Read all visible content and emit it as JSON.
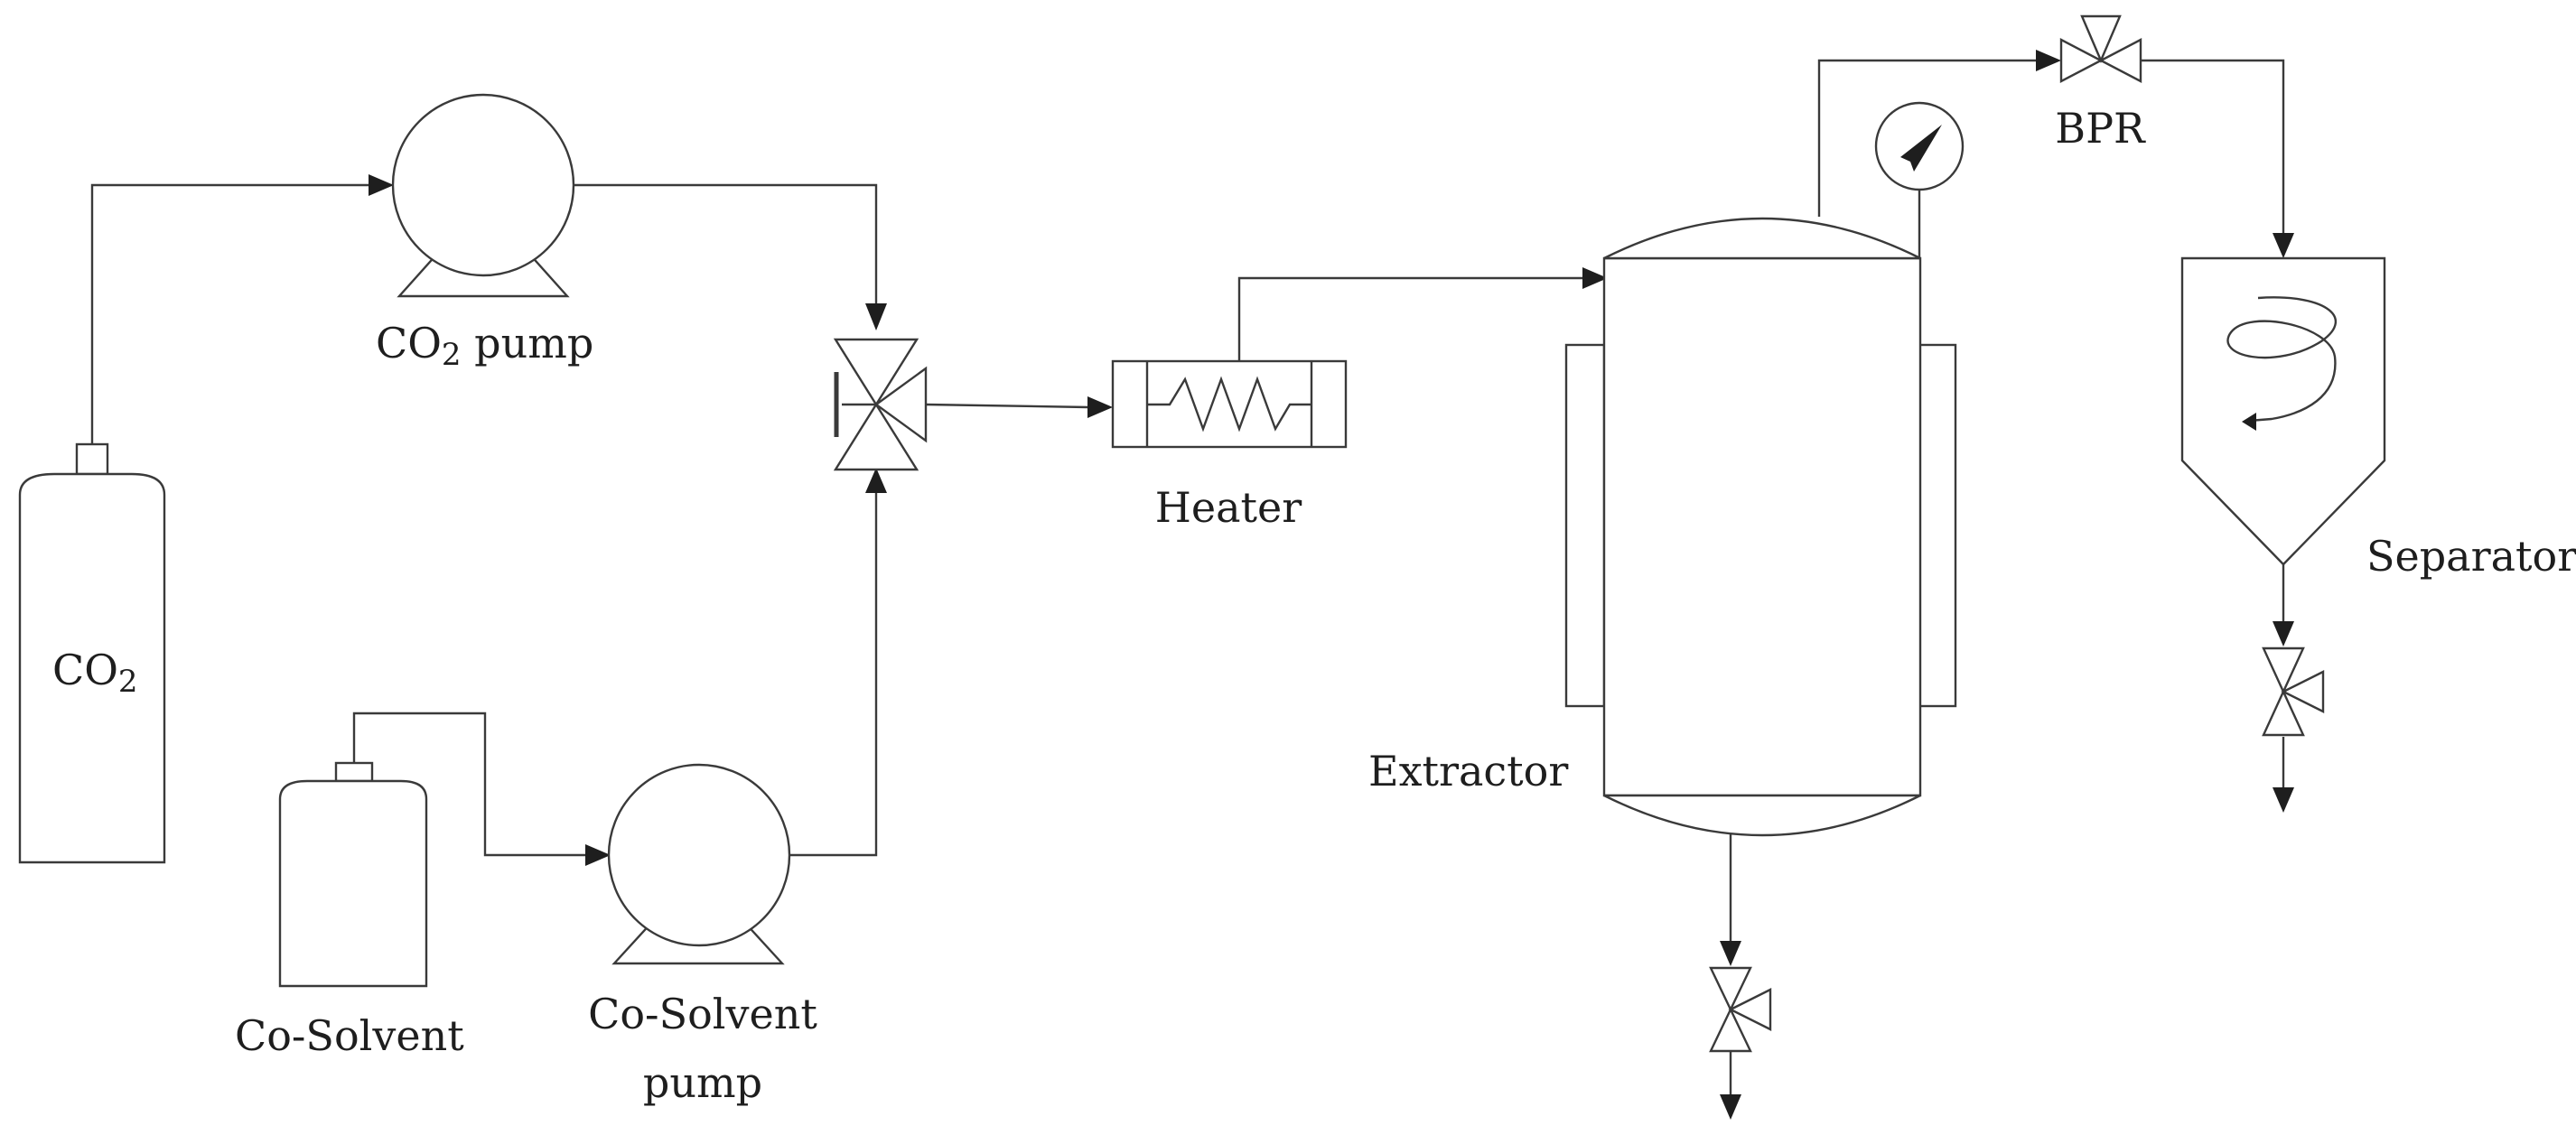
{
  "diagram": {
    "labels": {
      "co2_cylinder": {
        "main": "CO",
        "sub": "2"
      },
      "co2_pump": {
        "main": "CO",
        "sub": "2",
        "rest": " pump"
      },
      "cosolvent_tank": "Co-Solvent",
      "cosolvent_pump_line1": "Co-Solvent",
      "cosolvent_pump_line2": "pump",
      "heater": "Heater",
      "extractor": "Extractor",
      "bpr": "BPR",
      "separator": "Separator"
    },
    "colors": {
      "line": "#3a3a3a",
      "text": "#1e1e1e",
      "background": "#ffffff"
    }
  }
}
